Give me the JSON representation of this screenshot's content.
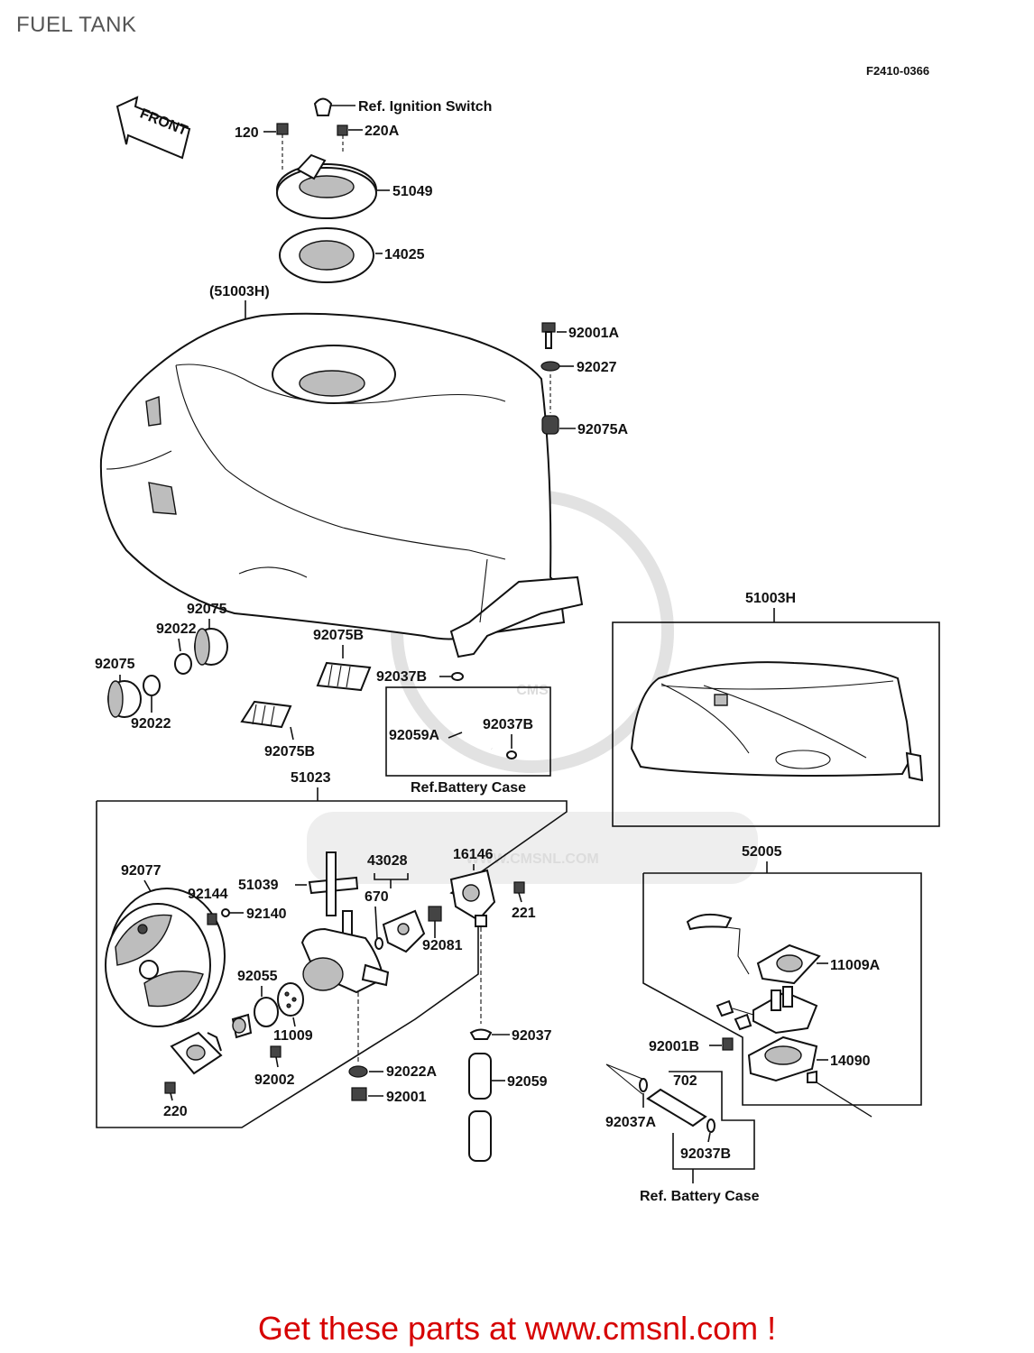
{
  "title": "FUEL TANK",
  "diagram_code": "F2410-0366",
  "front_label": "FRONT",
  "refs": {
    "ignition": "Ref. Ignition Switch",
    "battery1": "Ref.Battery Case",
    "battery2": "Ref. Battery Case"
  },
  "watermark": "WWW.CMSNL.COM",
  "watermark_logo": "CMS",
  "labels": {
    "p120": "120",
    "p220A": "220A",
    "p51049": "51049",
    "p14025": "14025",
    "p51003H_paren": "(51003H)",
    "p92001A": "92001A",
    "p92027": "92027",
    "p92075A": "92075A",
    "p92075_a": "92075",
    "p92022_a": "92022",
    "p92075_b": "92075",
    "p92022_b": "92022",
    "p92075B_a": "92075B",
    "p92075B_b": "92075B",
    "p92037B_a": "92037B",
    "p92059A": "92059A",
    "p92037B_b": "92037B",
    "p51003H": "51003H",
    "p51023": "51023",
    "p92077": "92077",
    "p92144": "92144",
    "p92140": "92140",
    "p51039": "51039",
    "p43028": "43028",
    "p670": "670",
    "p16146": "16146",
    "p221": "221",
    "p92081": "92081",
    "p92055": "92055",
    "p11009": "11009",
    "p92002": "92002",
    "p220": "220",
    "p92037": "92037",
    "p92022A": "92022A",
    "p92001": "92001",
    "p92059": "92059",
    "p52005": "52005",
    "p11009A": "11009A",
    "p92001B": "92001B",
    "p14090": "14090",
    "p702": "702",
    "p92037A": "92037A",
    "p92037B_c": "92037B"
  },
  "footer": "Get these parts at www.cmsnl.com !",
  "colors": {
    "footer": "#d60000",
    "line": "#111111",
    "watermark": "#dcdcdc",
    "title": "#555555"
  }
}
